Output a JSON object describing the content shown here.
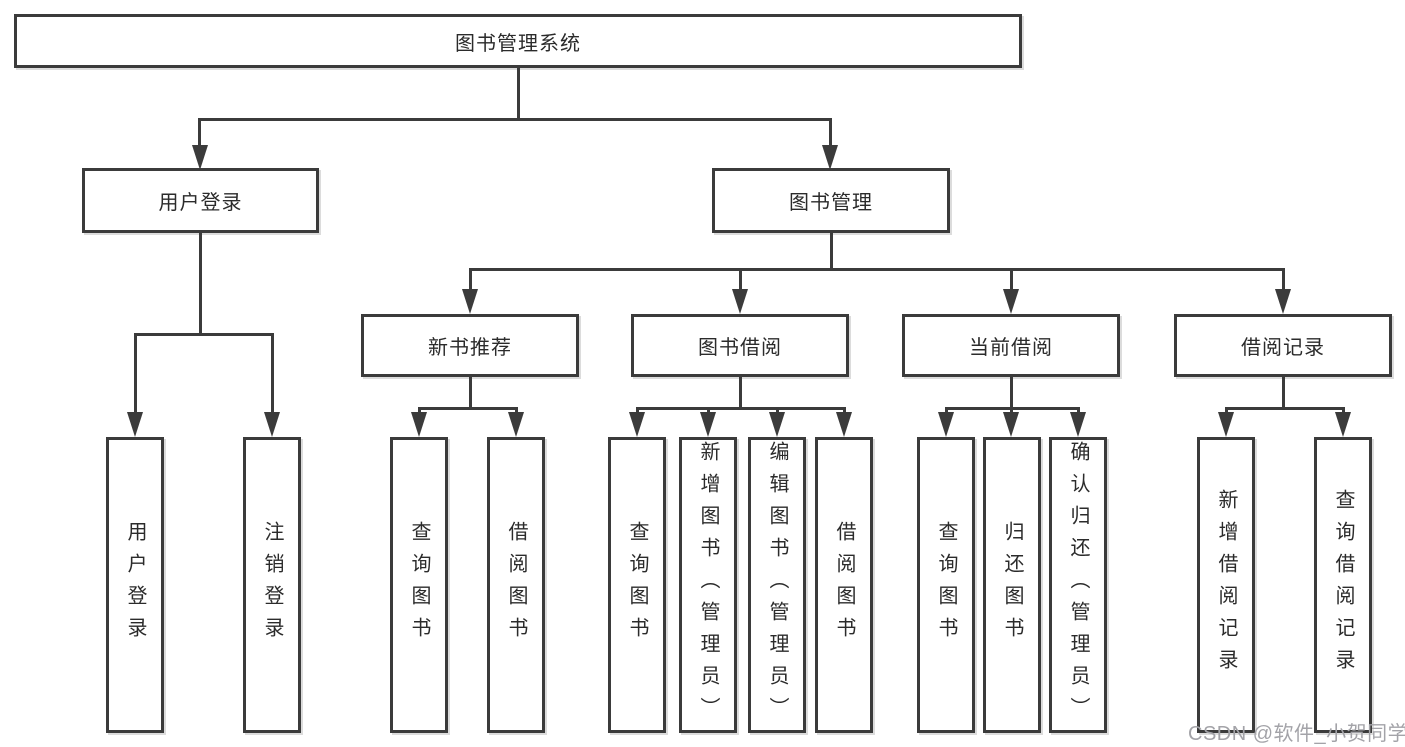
{
  "diagram": {
    "type": "hierarchy-tree",
    "root": {
      "label": "图书管理系统"
    },
    "branches": [
      {
        "label": "用户登录",
        "leaves": [
          {
            "label": "用户登录"
          },
          {
            "label": "注销登录"
          }
        ]
      },
      {
        "label": "图书管理",
        "groups": [
          {
            "label": "新书推荐",
            "leaves": [
              {
                "label": "查询图书"
              },
              {
                "label": "借阅图书"
              }
            ]
          },
          {
            "label": "图书借阅",
            "leaves": [
              {
                "label": "查询图书"
              },
              {
                "label": "新增图书（管理员）"
              },
              {
                "label": "编辑图书（管理员）"
              },
              {
                "label": "借阅图书"
              }
            ]
          },
          {
            "label": "当前借阅",
            "leaves": [
              {
                "label": "查询图书"
              },
              {
                "label": "归还图书"
              },
              {
                "label": "确认归还（管理员）"
              }
            ]
          },
          {
            "label": "借阅记录",
            "leaves": [
              {
                "label": "新增借阅记录"
              },
              {
                "label": "查询借阅记录"
              }
            ]
          }
        ]
      }
    ]
  },
  "watermark": {
    "text": "CSDN @软件_小贺同学"
  },
  "colors": {
    "line": "#3b3b3b",
    "text": "#2b2b2b",
    "background": "#ffffff",
    "watermark": "#a3a3a8"
  }
}
